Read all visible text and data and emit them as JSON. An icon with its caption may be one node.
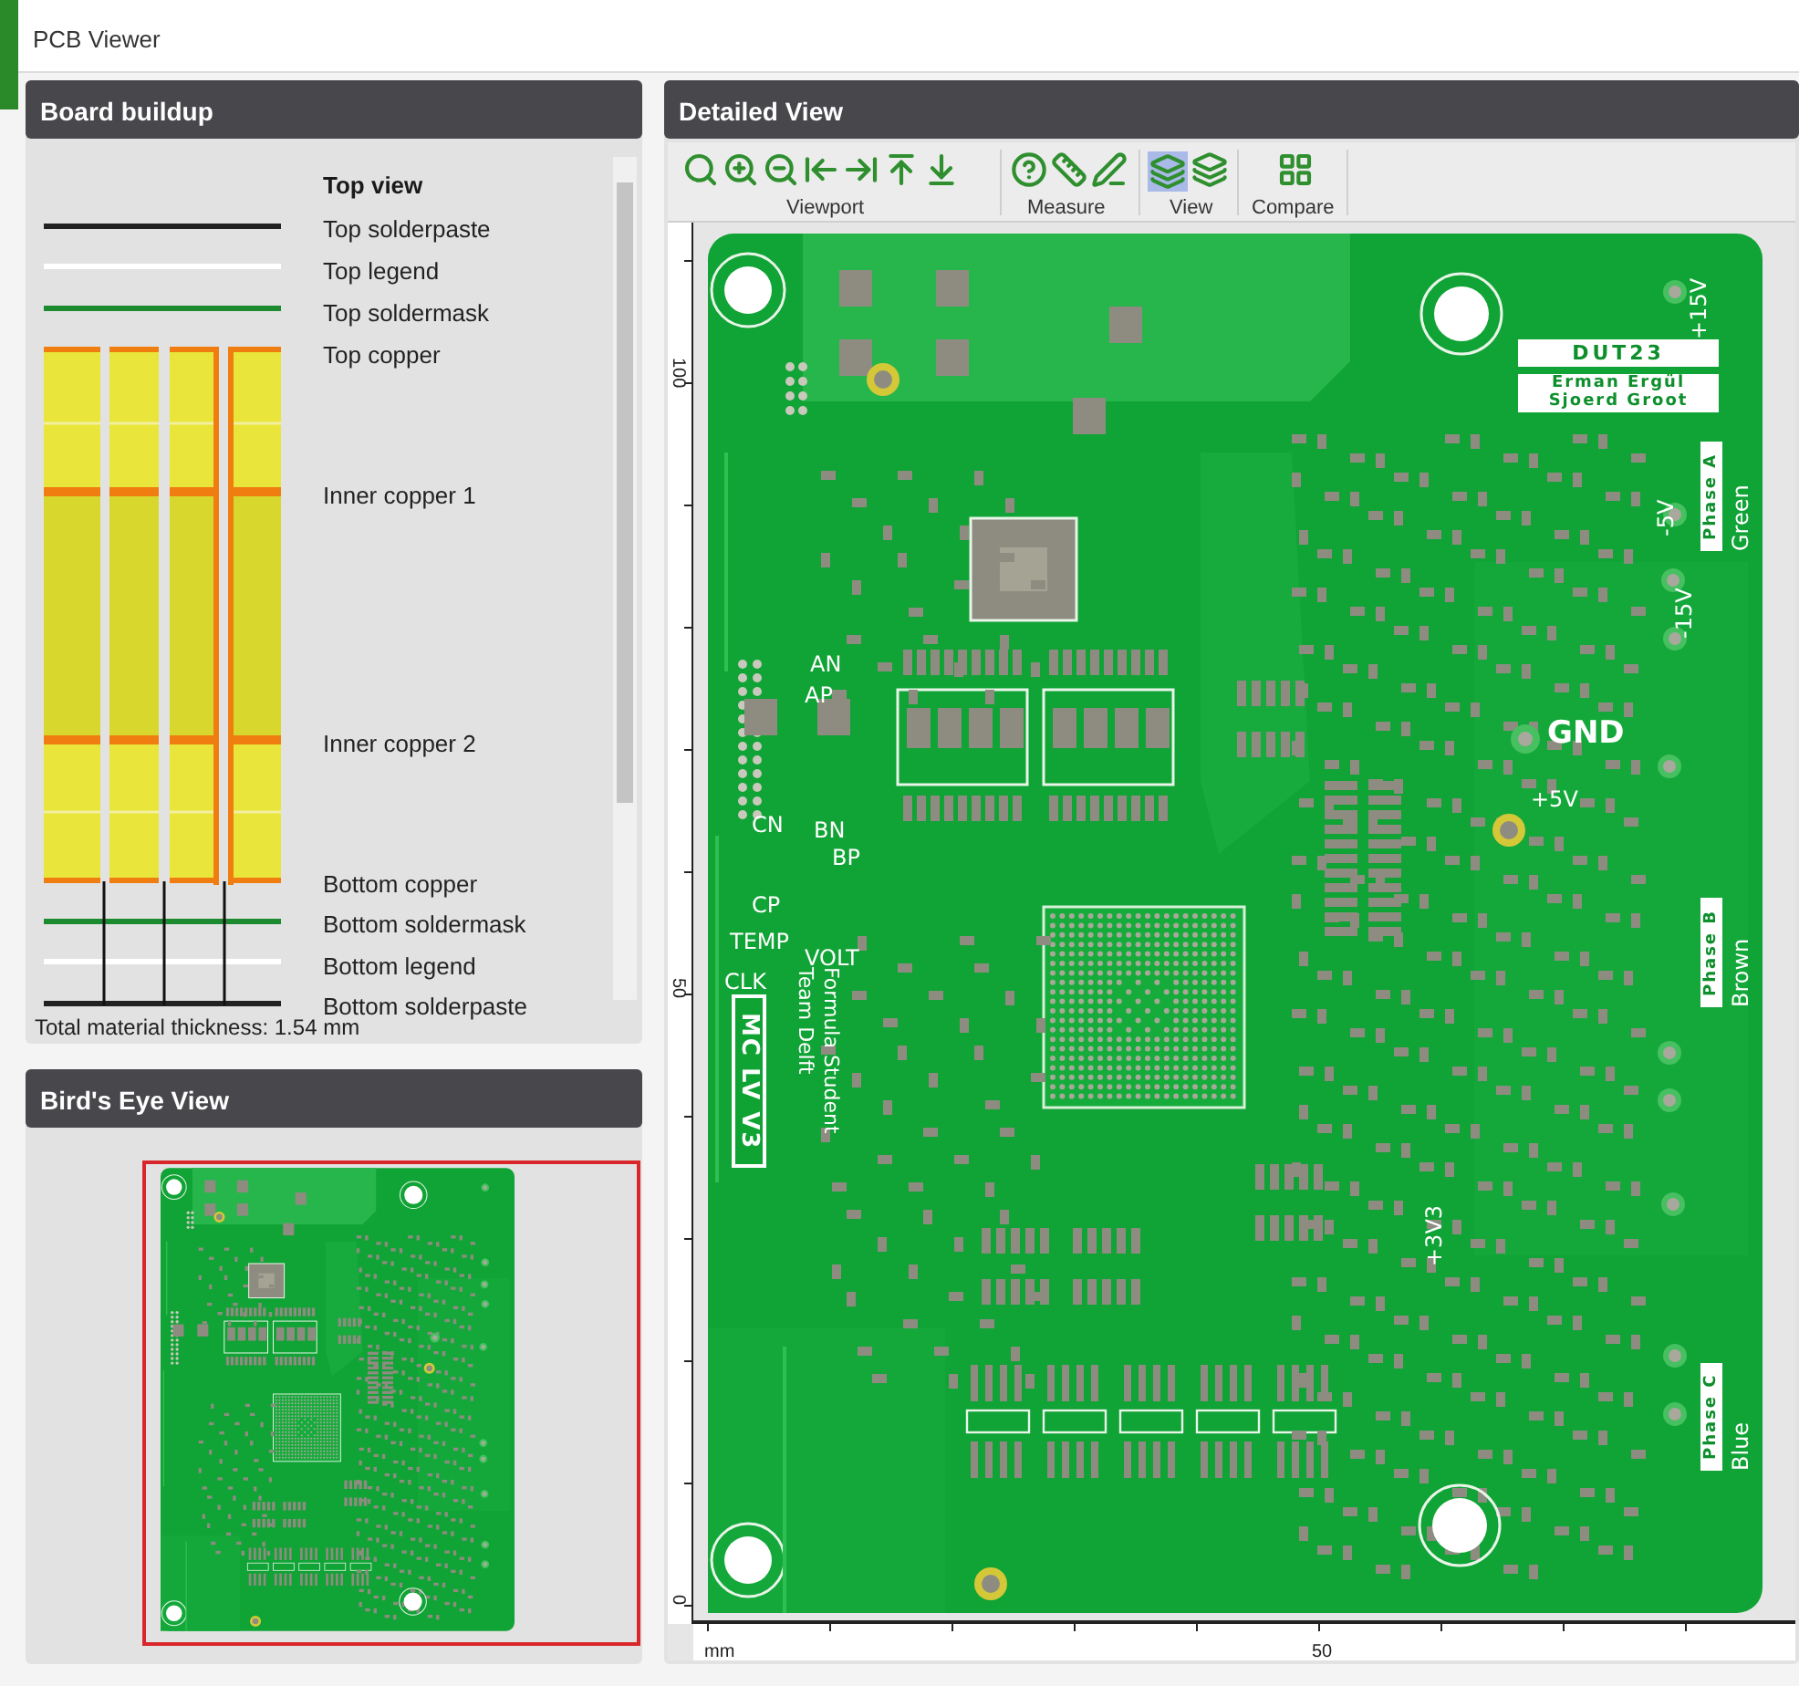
{
  "diagram": {
    "title": "PCB Viewer",
    "nodes": [
      {
        "text": [
          "Board buildup"
        ]
      },
      {
        "text": [
          "Bird's Eye View"
        ]
      },
      {
        "text": [
          "Detailed View"
        ]
      }
    ],
    "labels": [
      "Top view",
      "Top solderpaste",
      "Top legend",
      "Top soldermask",
      "Top copper",
      "Inner copper 1",
      "Inner copper 2",
      "Bottom copper",
      "Bottom soldermask",
      "Bottom legend",
      "Bottom solderpaste",
      "Total material thickness: 1.54 mm",
      "Viewport",
      "Measure",
      "View",
      "Compare",
      "100",
      "50",
      "0",
      "mm",
      "50",
      "+15V",
      "DUT23",
      "Erman Ergül",
      "Sjoerd Groot",
      "Phase A",
      "Green",
      "-5V",
      "-15V",
      "GND",
      "+5V",
      "AN",
      "AP",
      "CN",
      "BN",
      "BP",
      "CP",
      "TEMP",
      "VOLT",
      "CLK",
      "MC LV V3",
      "Formula Student",
      "Team Delft",
      "Phase B",
      "Brown",
      "+3V3",
      "Phase C",
      "Blue"
    ]
  }
}
